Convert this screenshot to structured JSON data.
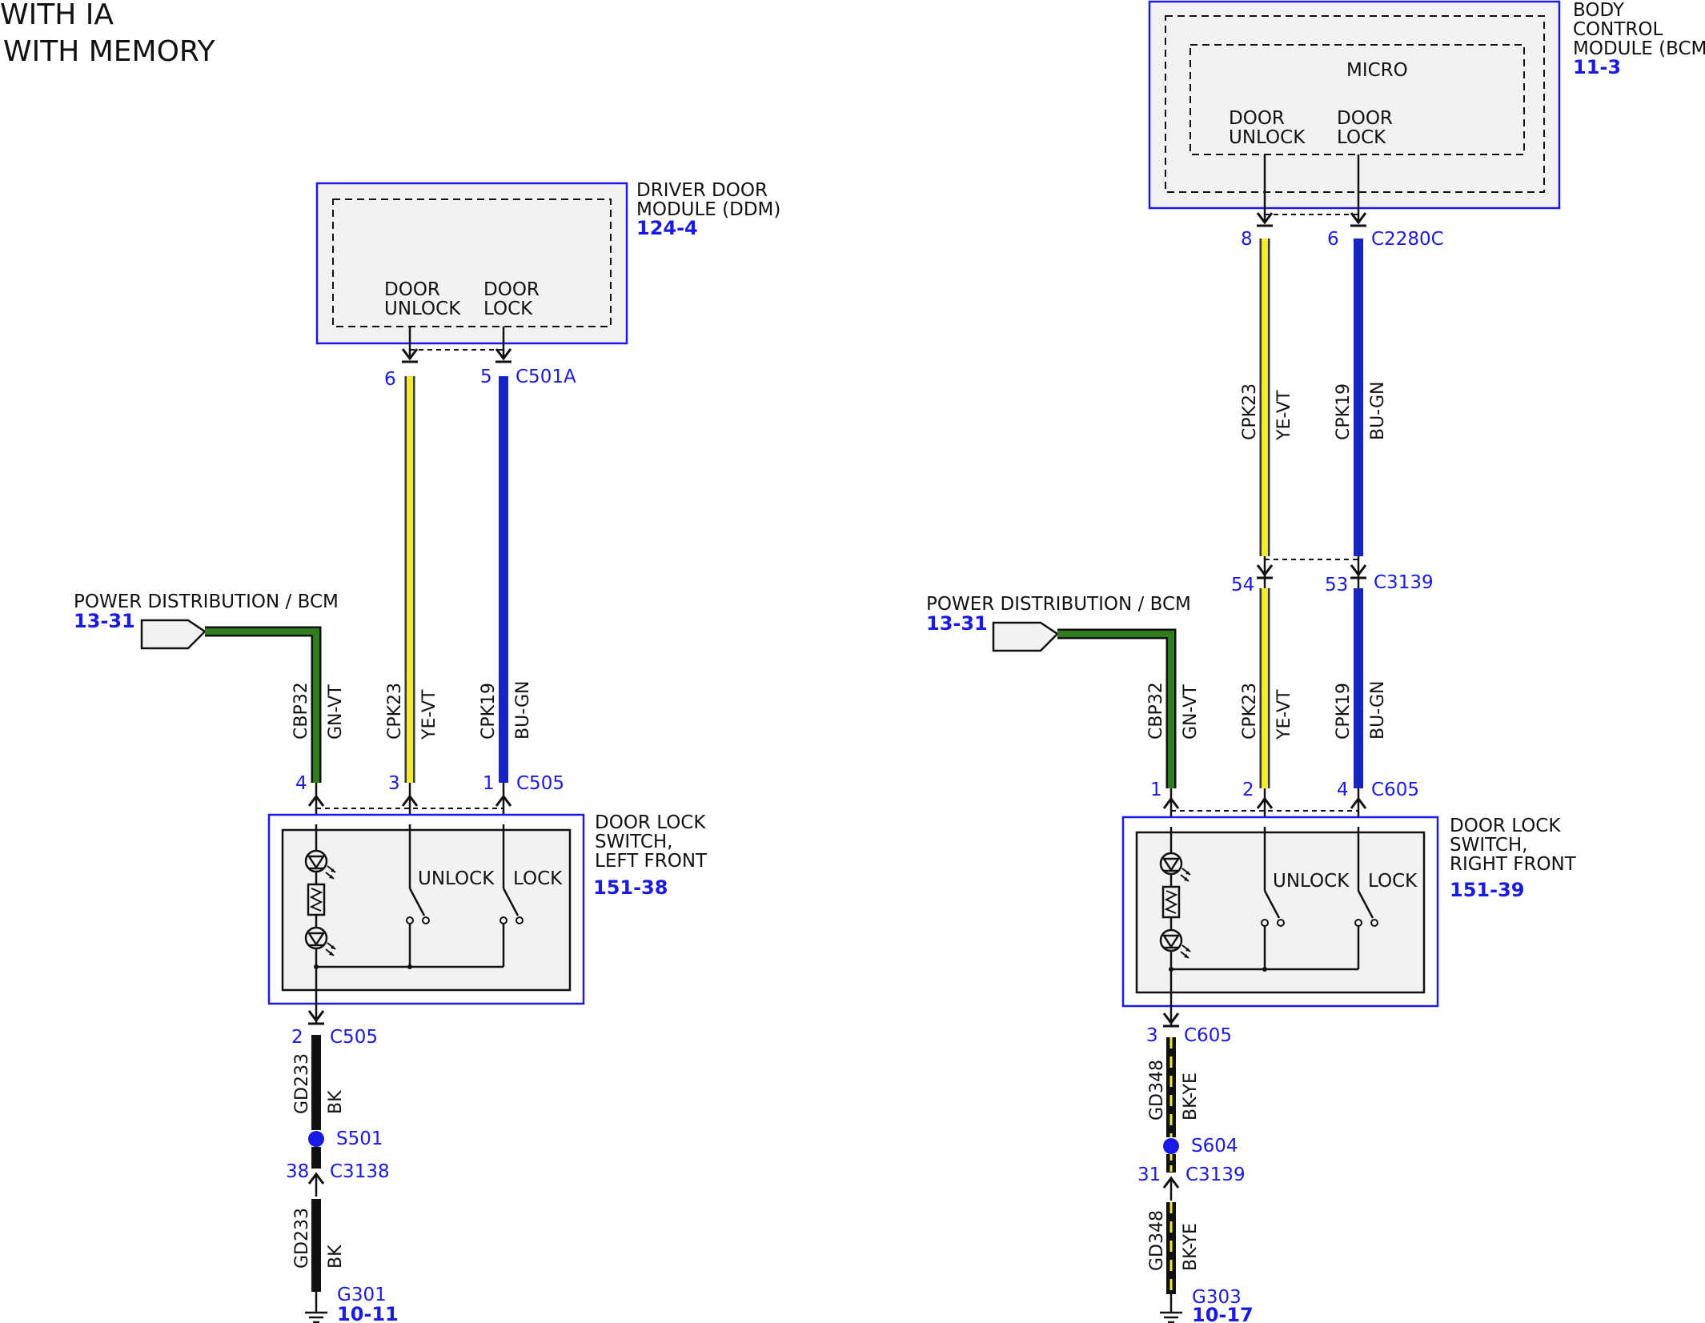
{
  "header": {
    "line1": "WITH IA",
    "line2": "WITH MEMORY"
  },
  "colors": {
    "yellow": "#f2ea2a",
    "blue": "#1525c8",
    "green": "#2f7d1f",
    "black": "#111111",
    "ref": "#1a1ae6",
    "module_fill": "#f2f2f2"
  },
  "left": {
    "ddm": {
      "line1": "DRIVER DOOR",
      "line2": "MODULE (DDM)",
      "ref": "124-4"
    },
    "ddm_inner": {
      "unlock1": "DOOR",
      "unlock2": "UNLOCK",
      "lock1": "DOOR",
      "lock2": "LOCK"
    },
    "c501a": {
      "name": "C501A",
      "pin_unlock": "6",
      "pin_lock": "5"
    },
    "power": {
      "label": "POWER DISTRIBUTION / BCM",
      "ref": "13-31"
    },
    "wires": {
      "green": {
        "circuit": "CBP32",
        "color": "GN-VT"
      },
      "yellow": {
        "circuit": "CPK23",
        "color": "YE-VT"
      },
      "blue": {
        "circuit": "CPK19",
        "color": "BU-GN"
      },
      "ground": {
        "circuit": "GD233",
        "color": "BK"
      }
    },
    "c505": {
      "name": "C505",
      "pin_green": "4",
      "pin_yellow": "3",
      "pin_blue": "1",
      "pin_ground": "2"
    },
    "switch": {
      "line1": "DOOR LOCK",
      "line2": "SWITCH,",
      "line3": "LEFT FRONT",
      "ref": "151-38",
      "unlock": "UNLOCK",
      "lock": "LOCK"
    },
    "splice": "S501",
    "c3138": {
      "name": "C3138",
      "pin": "38"
    },
    "ground": {
      "name": "G301",
      "ref": "10-11"
    }
  },
  "right": {
    "bcm": {
      "line1": "BODY",
      "line2": "CONTROL",
      "line3": "MODULE (BCM)",
      "ref": "11-3"
    },
    "bcm_inner": {
      "micro": "MICRO",
      "unlock1": "DOOR",
      "unlock2": "UNLOCK",
      "lock1": "DOOR",
      "lock2": "LOCK"
    },
    "c2280c": {
      "name": "C2280C",
      "pin_unlock": "8",
      "pin_lock": "6"
    },
    "c3139_top": {
      "name": "C3139",
      "pin_unlock": "54",
      "pin_lock": "53"
    },
    "power": {
      "label": "POWER DISTRIBUTION / BCM",
      "ref": "13-31"
    },
    "wires": {
      "yellow_upper": {
        "circuit": "CPK23",
        "color": "YE-VT"
      },
      "blue_upper": {
        "circuit": "CPK19",
        "color": "BU-GN"
      },
      "green": {
        "circuit": "CBP32",
        "color": "GN-VT"
      },
      "yellow": {
        "circuit": "CPK23",
        "color": "YE-VT"
      },
      "blue": {
        "circuit": "CPK19",
        "color": "BU-GN"
      },
      "ground": {
        "circuit": "GD348",
        "color": "BK-YE"
      }
    },
    "c605": {
      "name": "C605",
      "pin_green": "1",
      "pin_yellow": "2",
      "pin_blue": "4",
      "pin_ground": "3"
    },
    "switch": {
      "line1": "DOOR LOCK",
      "line2": "SWITCH,",
      "line3": "RIGHT FRONT",
      "ref": "151-39",
      "unlock": "UNLOCK",
      "lock": "LOCK"
    },
    "splice": "S604",
    "c3139_bottom": {
      "name": "C3139",
      "pin": "31"
    },
    "ground": {
      "name": "G303",
      "ref": "10-17"
    }
  }
}
